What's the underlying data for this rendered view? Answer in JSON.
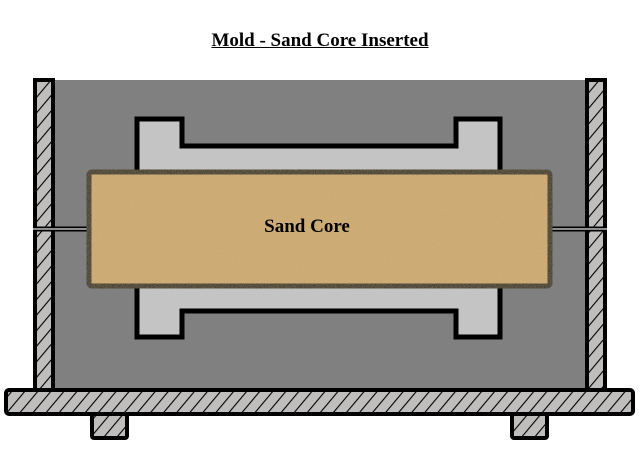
{
  "diagram": {
    "title": "Mold - Sand Core Inserted",
    "components": {
      "sand_core": {
        "label": "Sand Core",
        "color": "#c9a66b"
      },
      "mold_cavity": {
        "color": "#c4c4c4"
      },
      "mold_body": {
        "color": "#808080"
      },
      "flask_walls": {
        "color": "#c0bdbd",
        "hatch": "diagonal"
      },
      "base_plate": {
        "color": "#c0bdbd",
        "hatch": "diagonal"
      },
      "feet": {
        "count": 2
      }
    },
    "outline_color": "#000000"
  }
}
